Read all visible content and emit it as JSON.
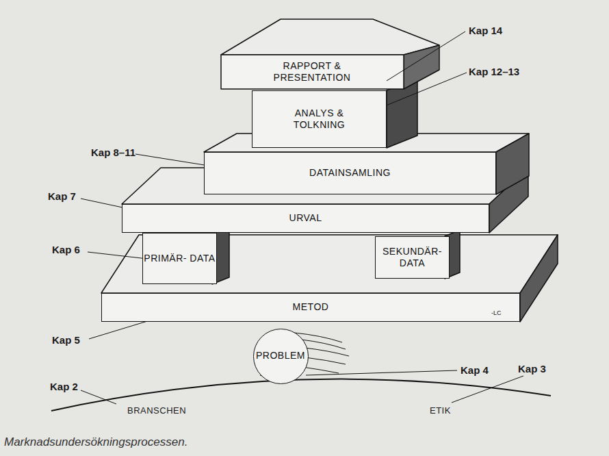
{
  "diagram": {
    "caption": "Marknadsundersökningsprocessen.",
    "nodes": [
      {
        "text": [
          "RAPPORT & PRESENTATION"
        ]
      },
      {
        "text": [
          "ANALYS & TOLKNING"
        ]
      },
      {
        "text": [
          "DATAINSAMLING"
        ]
      },
      {
        "text": [
          "URVAL"
        ]
      },
      {
        "text": [
          "PRIMÄR- DATA"
        ]
      },
      {
        "text": [
          "SEKUNDÄR- DATA"
        ]
      },
      {
        "text": [
          "METOD"
        ]
      },
      {
        "text": [
          "PROBLEM"
        ]
      }
    ],
    "labels": [
      "Kap 14",
      "Kap 12–13",
      "Kap 8–11",
      "Kap 7",
      "Kap 6",
      "Kap 5",
      "Kap 4",
      "Kap 3",
      "Kap 2",
      "BRANSCHEN",
      "ETIK",
      "-LC"
    ]
  }
}
